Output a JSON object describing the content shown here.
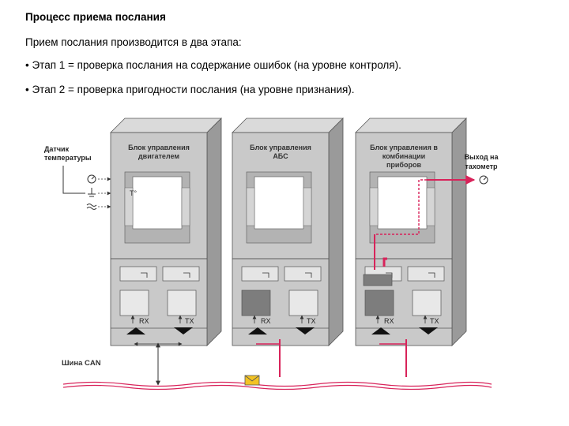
{
  "heading": "Процесс приема послания",
  "intro": "Прием послания производится в два этапа:",
  "bullets": [
    "• Этап 1 = проверка послания на содержание ошибок (на уровне контроля).",
    "• Этап 2 = проверка пригодности послания (на уровне признания)."
  ],
  "diagram": {
    "sensor_label": [
      "Датчик",
      "температуры"
    ],
    "output_label": [
      "Выход на",
      "тахометр"
    ],
    "bus_label": "Шина CAN",
    "units": [
      {
        "name_lines": [
          "Блок управления",
          "двигателем"
        ]
      },
      {
        "name_lines": [
          "Блок управления",
          "АБС"
        ]
      },
      {
        "name_lines": [
          "Блок управления в",
          "комбинации",
          "приборов"
        ]
      }
    ],
    "rx_label": "RX",
    "tx_label": "TX",
    "temp_symbol": "T°",
    "colors": {
      "unit_face": "#c9c9c9",
      "unit_side": "#9a9a9a",
      "unit_top": "#dadada",
      "signal": "#d8235a",
      "active_block": "#7d7d7d",
      "envelope": "#f3c323"
    }
  }
}
